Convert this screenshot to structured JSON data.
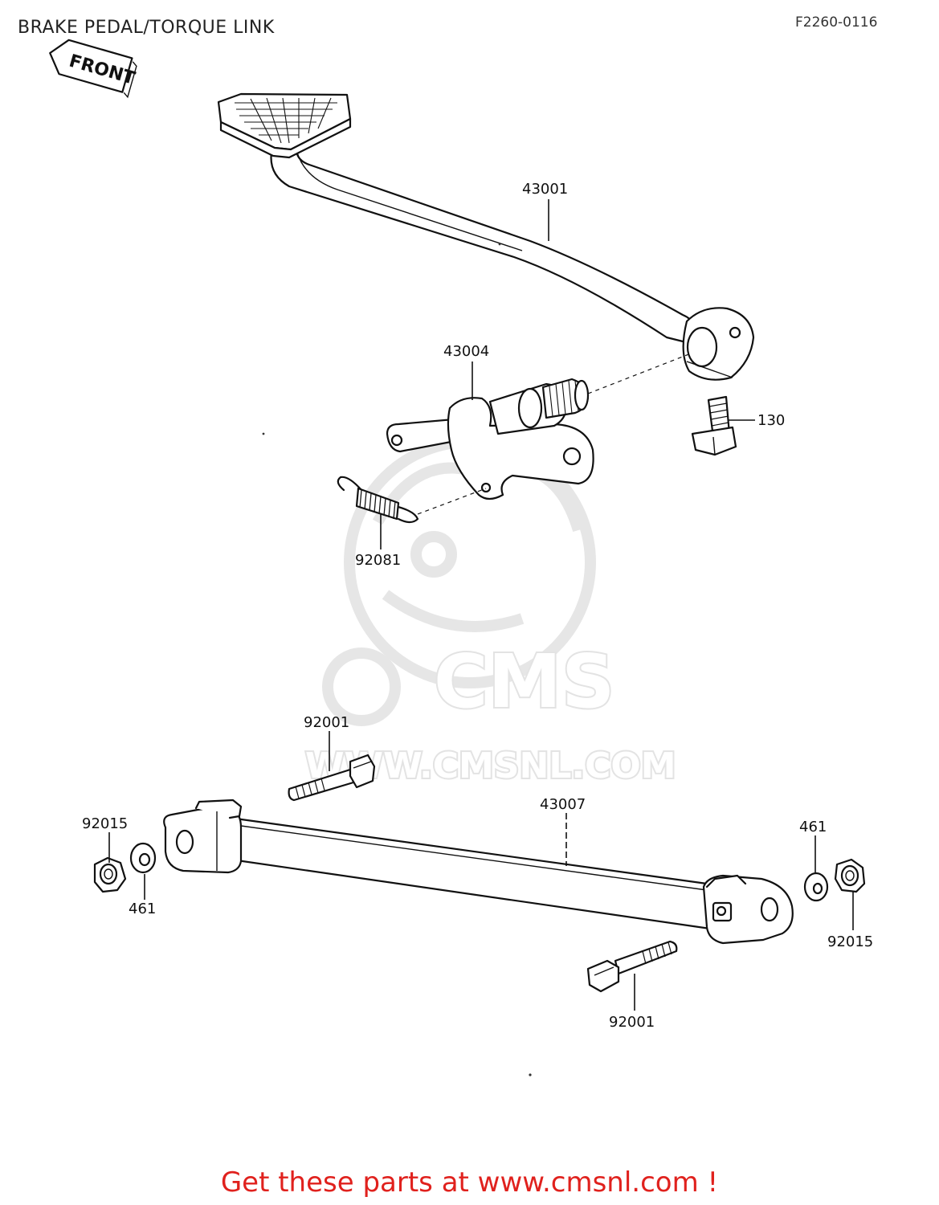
{
  "title": "BRAKE PEDAL/TORQUE LINK",
  "figure_code": "F2260-0116",
  "direction_tag": "FRONT",
  "watermark": {
    "logo": "CMS",
    "url": "WWW.CMSNL.COM"
  },
  "callouts": {
    "p43001": "43001",
    "p43004": "43004",
    "p130": "130",
    "p92081": "92081",
    "p92001_top": "92001",
    "p43007": "43007",
    "p92015_left": "92015",
    "p461_left": "461",
    "p461_right": "461",
    "p92015_right": "92015",
    "p92001_bottom": "92001"
  },
  "footer": "Get these parts at www.cmsnl.com !",
  "colors": {
    "footer": "#e0211d",
    "line": "#111111",
    "watermark": "#e3e3e3"
  }
}
